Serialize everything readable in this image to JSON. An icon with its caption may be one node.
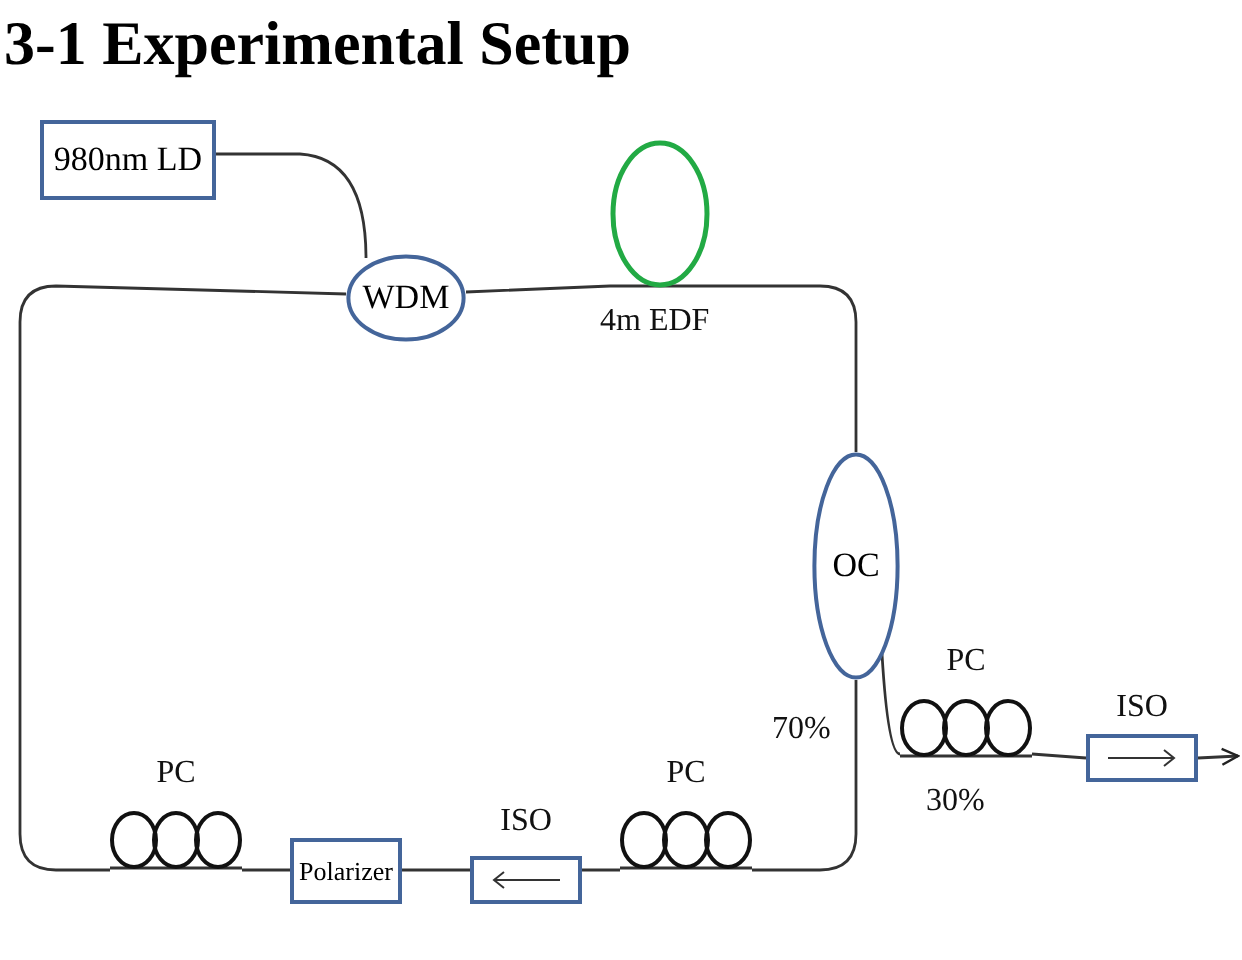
{
  "diagram": {
    "title": "3-1 Experimental Setup",
    "nodes": [
      {
        "text": [
          "980nm LD"
        ]
      },
      {
        "text": [
          "WDM"
        ]
      },
      {
        "text": [],
        "shape": "circle",
        "beside": [
          "4m EDF"
        ]
      },
      {
        "text": [
          "OC"
        ]
      },
      {
        "text": [
          "PC"
        ]
      },
      {
        "text": [
          "ISO"
        ]
      },
      {
        "text": [
          "PC"
        ]
      },
      {
        "text": [
          "ISO"
        ]
      },
      {
        "text": [
          "Polarizer"
        ]
      },
      {
        "text": [
          "PC"
        ]
      }
    ],
    "edges": [
      {
        "from": 0,
        "to": 1,
        "arrow": "none"
      },
      {
        "from": 1,
        "to": 2,
        "arrow": "none"
      },
      {
        "from": 2,
        "to": 3,
        "arrow": "none"
      },
      {
        "from": 3,
        "to": 4,
        "arrow": "none",
        "label": "30%"
      },
      {
        "from": 4,
        "to": 5,
        "arrow": "none"
      },
      {
        "from": 5,
        "to": null,
        "arrow": "to"
      },
      {
        "from": 3,
        "to": 6,
        "arrow": "none",
        "label": "70%"
      },
      {
        "from": 6,
        "to": 7,
        "arrow": "none"
      },
      {
        "from": 7,
        "to": 8,
        "arrow": "none"
      },
      {
        "from": 8,
        "to": 9,
        "arrow": "none"
      },
      {
        "from": 9,
        "to": 1,
        "arrow": "none"
      }
    ]
  }
}
